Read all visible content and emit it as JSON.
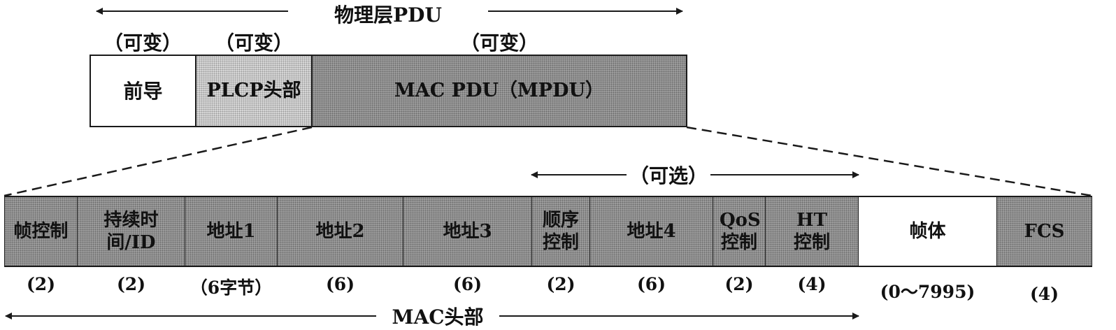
{
  "physical_pdu": {
    "title": "物理层PDU",
    "variable_note": "（可变）",
    "segments": [
      {
        "label": "前导",
        "note": "（可变）"
      },
      {
        "label": "PLCP头部",
        "note": "（可变）"
      },
      {
        "label": "MAC PDU（MPDU）",
        "note": "（可变）"
      }
    ]
  },
  "optional_label": "（可选）",
  "mac_header_label": "MAC头部",
  "mpdu_fields": [
    {
      "label": "帧控制",
      "size": "(2)"
    },
    {
      "label": "持续时间/ID",
      "size": "(2)"
    },
    {
      "label": "地址1",
      "size": "（6字节）"
    },
    {
      "label": "地址2",
      "size": "(6)"
    },
    {
      "label": "地址3",
      "size": "(6)"
    },
    {
      "label": "顺序控制",
      "size": "(2)"
    },
    {
      "label": "地址4",
      "size": "(6)"
    },
    {
      "label": "QoS控制",
      "size": "(2)"
    },
    {
      "label": "HT控制",
      "size": "(4)"
    },
    {
      "label": "帧体",
      "size": "(0～7995)"
    },
    {
      "label": "FCS",
      "size": "(4)"
    }
  ],
  "colors": {
    "light_shade": "#dcdcdc",
    "dark_shade": "#a4a4a4",
    "line": "#1a1a1a"
  }
}
